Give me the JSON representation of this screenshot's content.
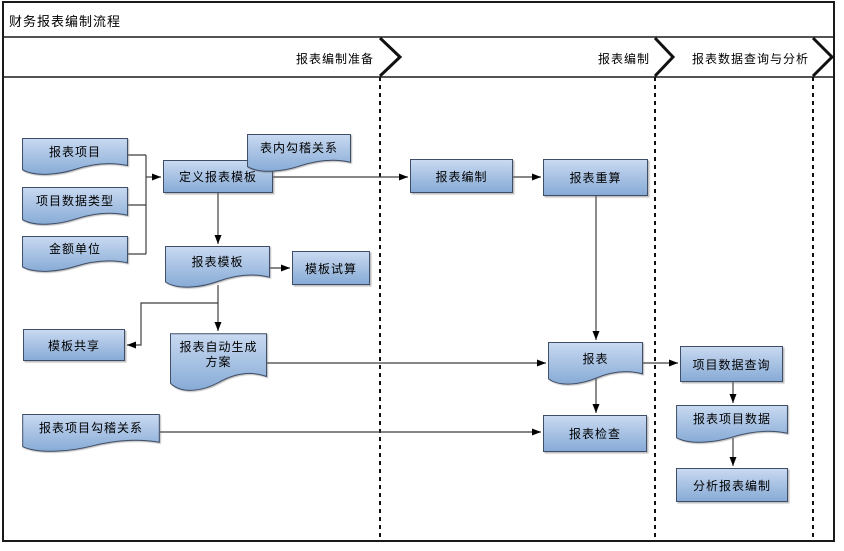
{
  "title": "财务报表编制流程",
  "lanes": [
    {
      "label": "报表编制准备"
    },
    {
      "label": "报表编制"
    },
    {
      "label": "报表数据查询与分析"
    }
  ],
  "nodes": {
    "report_items": {
      "label": "报表项目",
      "type": "document"
    },
    "item_data_type": {
      "label": "项目数据类型",
      "type": "document"
    },
    "amount_unit": {
      "label": "金额单位",
      "type": "document"
    },
    "define_template": {
      "label": "定义报表模板",
      "type": "process"
    },
    "intra_table_check": {
      "label": "表内勾稽关系",
      "type": "document"
    },
    "report_prepare": {
      "label": "报表编制",
      "type": "process"
    },
    "report_recalc": {
      "label": "报表重算",
      "type": "process"
    },
    "report_template": {
      "label": "报表模板",
      "type": "document"
    },
    "template_trial": {
      "label": "模板试算",
      "type": "process"
    },
    "template_share": {
      "label": "模板共享",
      "type": "process"
    },
    "auto_gen_plan": {
      "label": "报表自动生成方案",
      "type": "document"
    },
    "item_check_rel": {
      "label": "报表项目勾稽关系",
      "type": "document"
    },
    "report": {
      "label": "报表",
      "type": "document"
    },
    "report_check": {
      "label": "报表检查",
      "type": "process"
    },
    "item_data_query": {
      "label": "项目数据查询",
      "type": "process"
    },
    "report_item_data": {
      "label": "报表项目数据",
      "type": "document"
    },
    "analysis_report": {
      "label": "分析报表编制",
      "type": "process"
    }
  },
  "colors": {
    "shape_fill_top": "#c9daf1",
    "shape_fill_bottom": "#87abd6",
    "shape_border": "#3e4e68",
    "connector": "#3f3f3f",
    "frame": "#1a1a1a",
    "background": "#ffffff"
  }
}
